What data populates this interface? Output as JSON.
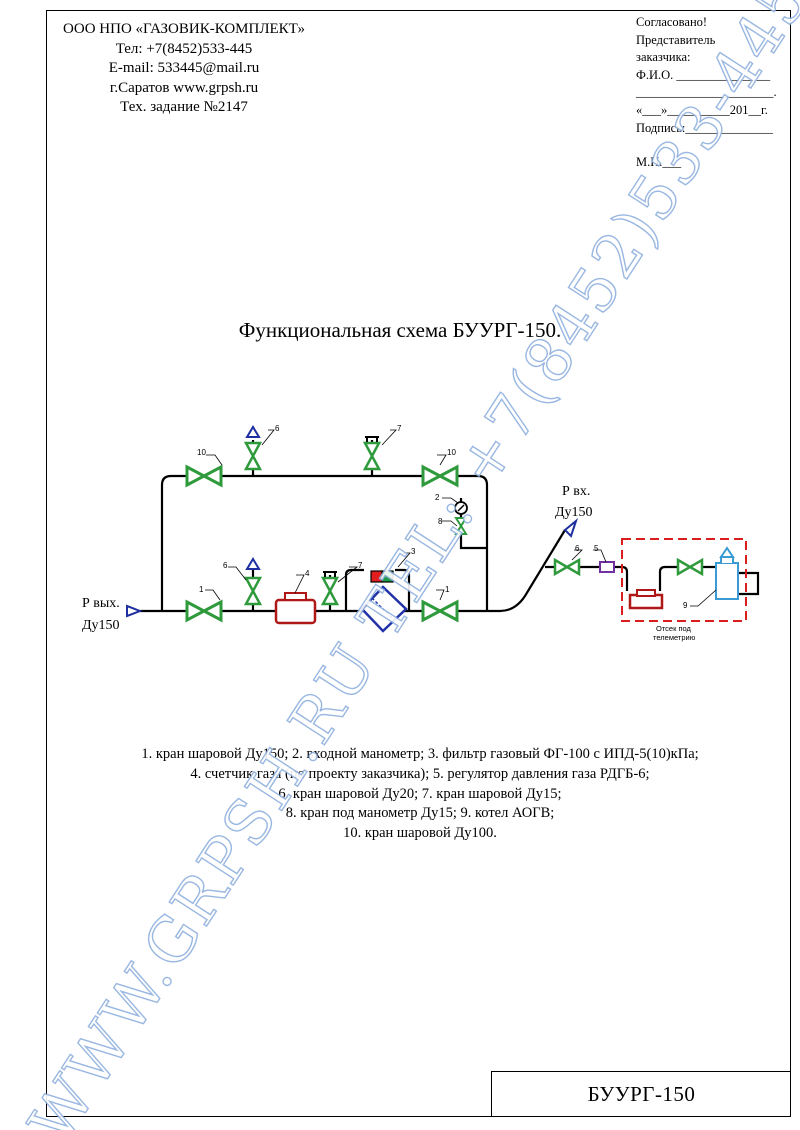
{
  "header": {
    "lines": [
      "ООО НПО «ГАЗОВИК-КОМПЛЕКТ»",
      "Тел: +7(8452)533-445",
      "E-mail: 533445@mail.ru",
      "г.Саратов  www.grpsh.ru",
      "Тех. задание №2147"
    ]
  },
  "approval": {
    "lines": [
      "Согласовано!",
      "Представитель",
      "заказчика:",
      "Ф.И.О. _______________",
      "______________________.",
      "«___»__________201__г.",
      "Подпись:______________"
    ],
    "seal": "М.П.___"
  },
  "title": "Функциональная схема БУУРГ-150.",
  "diagram": {
    "outlet_label": "Р вых.",
    "outlet_dn": "Ду150",
    "inlet_label": "Р вх.",
    "inlet_dn": "Ду150",
    "compartment_label_1": "Отсек под",
    "compartment_label_2": "телеметрию",
    "numbers": {
      "n10a": "10",
      "n6a": "6",
      "n7a": "7",
      "n10b": "10",
      "n2": "2",
      "n8": "8",
      "n3": "3",
      "n1a": "1",
      "n6b": "6",
      "n4": "4",
      "n7b": "7",
      "n1b": "1",
      "n6c": "6",
      "n5": "5",
      "n9": "9"
    },
    "colors": {
      "pipe": "#000000",
      "valve": "#2e9a3c",
      "vent": "#1e2fa0",
      "meter": "#b01818",
      "filter_body": "#2233aa",
      "indicator_red": "#e11d1d",
      "indicator_green": "#1f9a48",
      "regulator": "#7030a0",
      "boiler": "#3a9bd5",
      "compartment": "#d91e1e"
    }
  },
  "legend": {
    "lines": [
      "1. кран шаровой Ду150; 2. входной манометр; 3. фильтр газовый ФГ-100 с ИПД-5(10)кПа;",
      "4. счетчик газа (по проекту заказчика); 5. регулятор давления газа РДГБ-6;",
      "6. кран шаровой Ду20; 7. кран шаровой Ду15;",
      "8. кран под манометр Ду15; 9. котел АОГВ;",
      "10. кран шаровой Ду100."
    ]
  },
  "stamp": "БУУРГ-150",
  "watermark": "WWW.GRPSH.RU TEL: +7(8452)533-445"
}
